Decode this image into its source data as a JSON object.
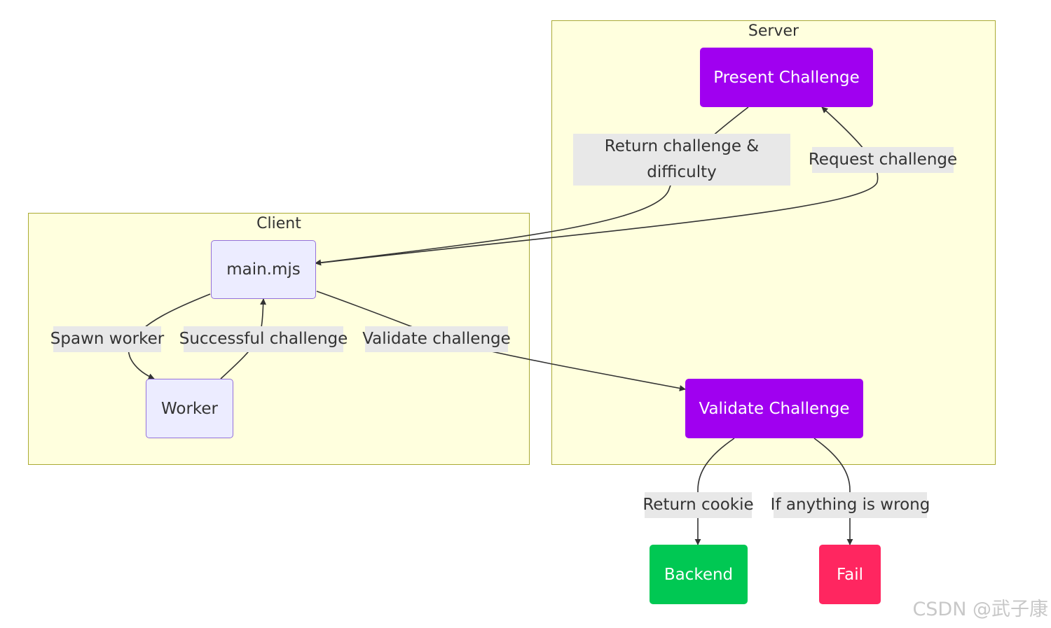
{
  "clusters": {
    "client": {
      "title": "Client"
    },
    "server": {
      "title": "Server"
    }
  },
  "nodes": {
    "main": "main.mjs",
    "worker": "Worker",
    "present": "Present Challenge",
    "validate": "Validate Challenge",
    "backend": "Backend",
    "fail": "Fail"
  },
  "edges": {
    "return_challenge": "Return challenge & difficulty",
    "request_challenge": "Request challenge",
    "spawn_worker": "Spawn worker",
    "successful_challenge": "Successful challenge",
    "validate_challenge": "Validate challenge",
    "return_cookie": "Return cookie",
    "if_wrong": "If anything is wrong"
  },
  "colors": {
    "cluster_fill": "#ffffde",
    "cluster_border": "#aaaa33",
    "client_node_fill": "#ececff",
    "client_node_border": "#9370db",
    "server_node_fill": "#a000f0",
    "backend_fill": "#00c853",
    "fail_fill": "#ff2660",
    "edge_label_bg": "#e8e8e8",
    "line": "#333333"
  },
  "watermark": "CSDN @武子康"
}
